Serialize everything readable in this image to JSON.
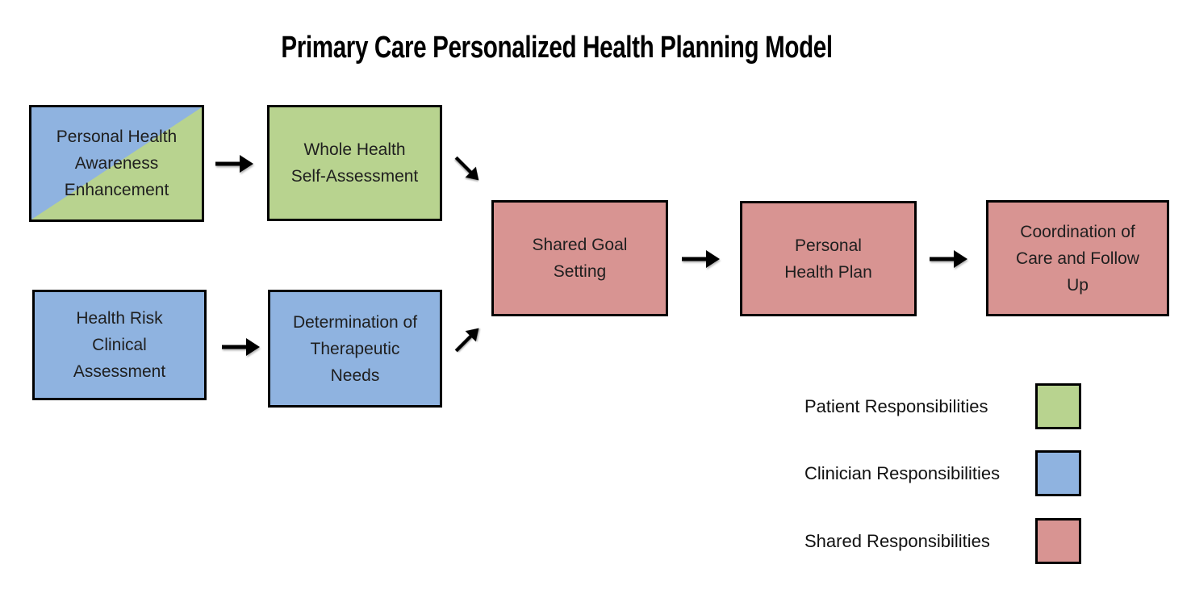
{
  "title": "Primary Care Personalized Health Planning Model",
  "colors": {
    "patient": "#b8d38f",
    "clinician": "#8fb3e0",
    "shared": "#d89492",
    "border": "#000000"
  },
  "nodes": [
    {
      "id": "awareness",
      "label": "Personal Health\nAwareness\nEnhancement",
      "responsibility": "patient-and-clinician-split"
    },
    {
      "id": "self-assessment",
      "label": "Whole Health\nSelf-Assessment",
      "responsibility": "patient"
    },
    {
      "id": "goal-setting",
      "label": "Shared Goal\nSetting",
      "responsibility": "shared"
    },
    {
      "id": "health-plan",
      "label": "Personal\nHealth Plan",
      "responsibility": "shared"
    },
    {
      "id": "coordination",
      "label": "Coordination of\nCare and Follow\nUp",
      "responsibility": "shared"
    },
    {
      "id": "risk-assessment",
      "label": "Health Risk\nClinical\nAssessment",
      "responsibility": "clinician"
    },
    {
      "id": "therapeutic-needs",
      "label": "Determination of\nTherapeutic\nNeeds",
      "responsibility": "clinician"
    }
  ],
  "edges": [
    {
      "from": "awareness",
      "to": "self-assessment",
      "direction": "right"
    },
    {
      "from": "self-assessment",
      "to": "goal-setting",
      "direction": "down-right"
    },
    {
      "from": "risk-assessment",
      "to": "therapeutic-needs",
      "direction": "right"
    },
    {
      "from": "therapeutic-needs",
      "to": "goal-setting",
      "direction": "up-right"
    },
    {
      "from": "goal-setting",
      "to": "health-plan",
      "direction": "right"
    },
    {
      "from": "health-plan",
      "to": "coordination",
      "direction": "right"
    }
  ],
  "legend": [
    {
      "label": "Patient Responsibilities",
      "color_key": "patient"
    },
    {
      "label": "Clinician Responsibilities",
      "color_key": "clinician"
    },
    {
      "label": "Shared Responsibilities",
      "color_key": "shared"
    }
  ]
}
